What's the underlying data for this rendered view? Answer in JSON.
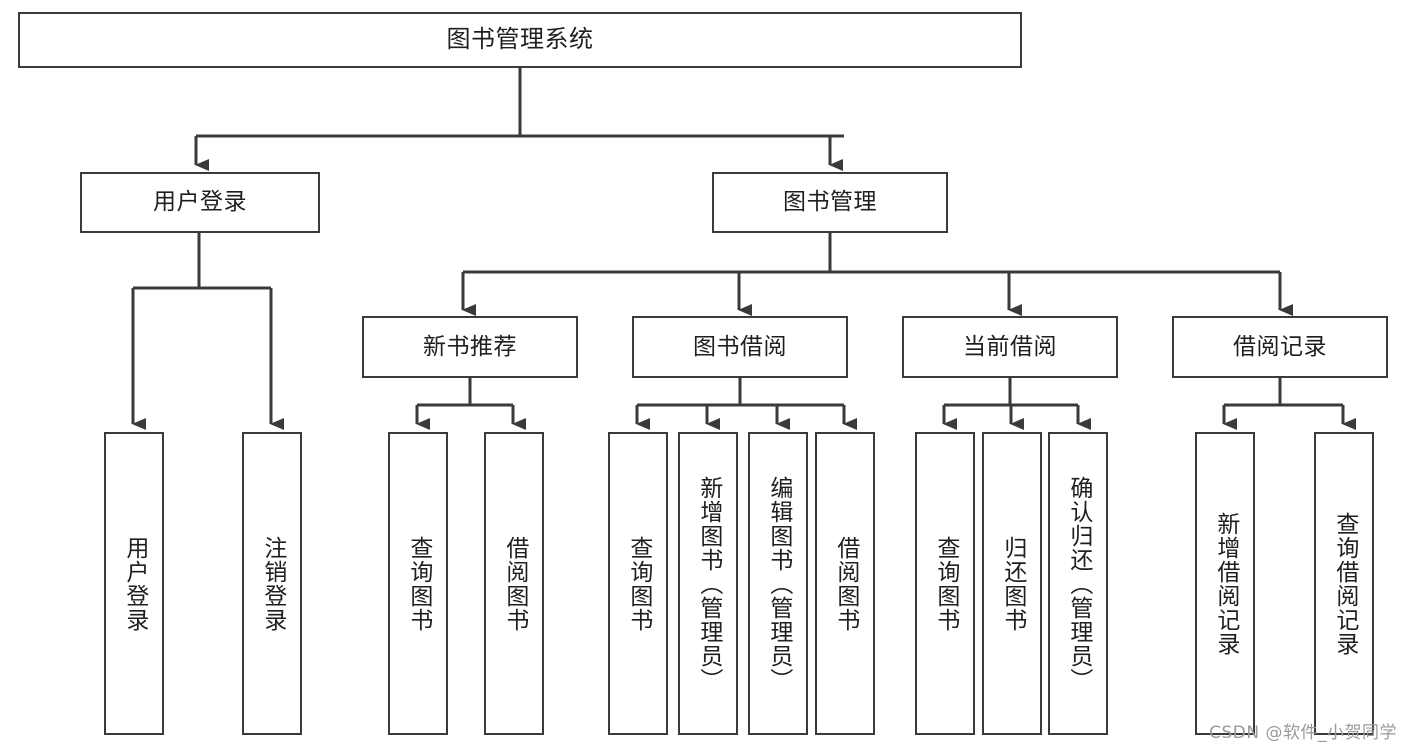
{
  "diagram": {
    "title_node": {
      "label": "图书管理系统"
    },
    "level2": [
      {
        "label": "用户登录"
      },
      {
        "label": "图书管理"
      }
    ],
    "level3": [
      {
        "label": "新书推荐"
      },
      {
        "label": "图书借阅"
      },
      {
        "label": "当前借阅"
      },
      {
        "label": "借阅记录"
      }
    ],
    "leaves": {
      "user_login": [
        {
          "label": "用户登录"
        },
        {
          "label": "注销登录"
        }
      ],
      "new_book_recommend": [
        {
          "label": "查询图书"
        },
        {
          "label": "借阅图书"
        }
      ],
      "book_borrow": [
        {
          "label": "查询图书"
        },
        {
          "label": "新增图书（管理员）"
        },
        {
          "label": "编辑图书（管理员）"
        },
        {
          "label": "借阅图书"
        }
      ],
      "current_borrow": [
        {
          "label": "查询图书"
        },
        {
          "label": "归还图书"
        },
        {
          "label": "确认归还（管理员）"
        }
      ],
      "borrow_record": [
        {
          "label": "新增借阅记录"
        },
        {
          "label": "查询借阅记录"
        }
      ]
    }
  },
  "watermark": {
    "text": "CSDN @软件_小贺同学"
  },
  "colors": {
    "border": "#3a3a3a",
    "edge": "#3a3a3a",
    "text": "#1f1f1f",
    "watermark": "#9a9a9a",
    "background": "#ffffff"
  }
}
